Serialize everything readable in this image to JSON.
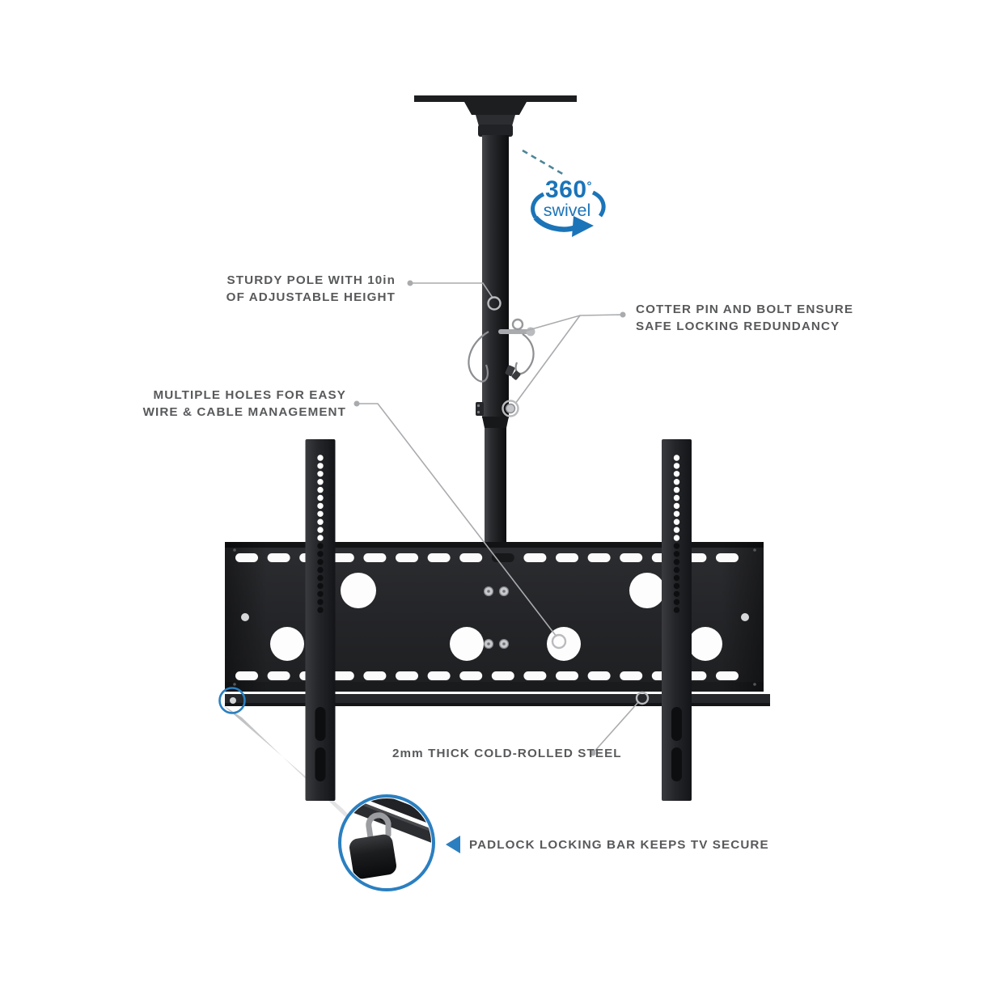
{
  "diagram_title": "TV ceiling mount feature diagram",
  "colors": {
    "accent_blue": "#1b74b8",
    "label_gray": "#58595b",
    "leader_gray": "#a9abae",
    "dash_teal": "#4e8596",
    "metal_dark": "#1d1e20"
  },
  "annotations": {
    "swivel": {
      "value": "360",
      "degree": "°",
      "label": "swivel"
    },
    "pole": {
      "line1": "STURDY POLE WITH 10in",
      "line2": "OF ADJUSTABLE HEIGHT"
    },
    "cotter": {
      "line1": "COTTER PIN AND BOLT ENSURE",
      "line2": "SAFE LOCKING REDUNDANCY"
    },
    "holes": {
      "line1": "MULTIPLE HOLES FOR EASY",
      "line2": "WIRE & CABLE MANAGEMENT"
    },
    "steel": {
      "text": "2mm THICK COLD-ROLLED STEEL"
    },
    "padlock": {
      "text": "PADLOCK LOCKING BAR KEEPS TV SECURE"
    }
  }
}
